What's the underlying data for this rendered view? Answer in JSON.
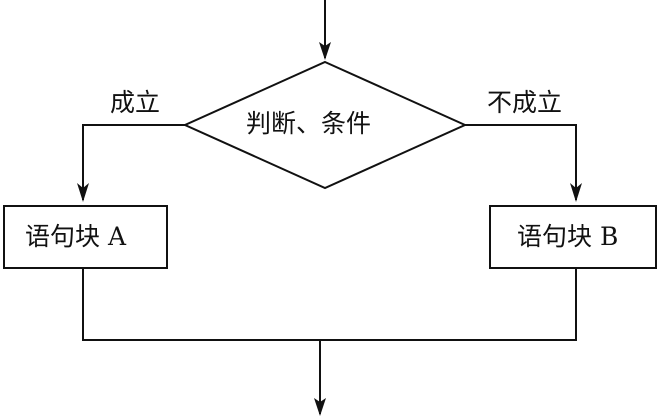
{
  "diagram": {
    "condition": "判断、条件",
    "true_label": "成立",
    "false_label": "不成立",
    "block_a": "语句块 A",
    "block_b": "语句块 B"
  }
}
